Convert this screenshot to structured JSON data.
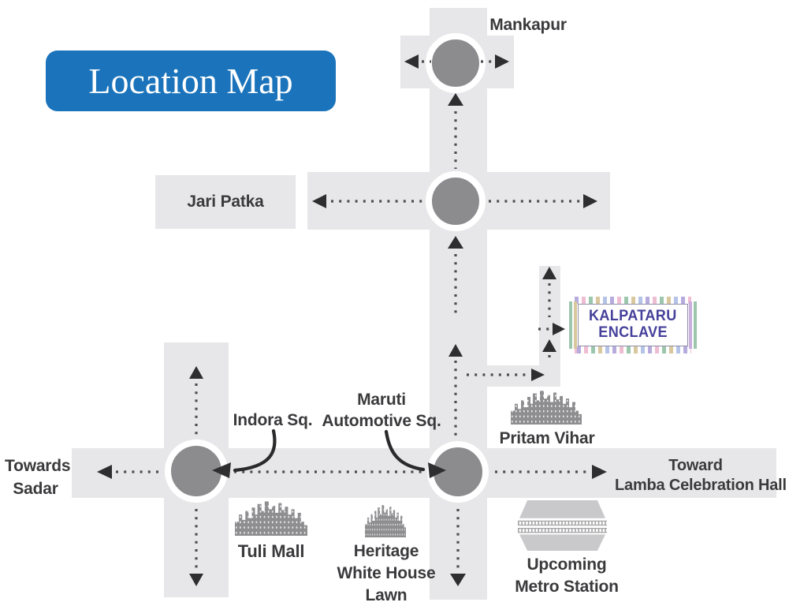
{
  "title": "Location Map",
  "labels": {
    "mankapur": "Mankapur",
    "jari_patka": "Jari Patka",
    "kalpataru": [
      "KALPATARU",
      "ENCLAVE"
    ],
    "pritam_vihar": "Pritam Vihar",
    "towards_sadar": [
      "Towards",
      "Sadar"
    ],
    "toward_lamba": [
      "Toward",
      "Lamba Celebration Hall"
    ],
    "indora_sq": "Indora Sq.",
    "maruti": [
      "Maruti",
      "Automotive Sq."
    ],
    "tuli_mall": "Tuli Mall",
    "heritage": [
      "Heritage",
      "White House",
      "Lawn"
    ],
    "metro": [
      "Upcoming",
      "Metro Station"
    ]
  },
  "icons": {
    "buildings": "city-skyline-icon",
    "metro": "railway-tracks-icon",
    "roundabout": "roundabout-circle",
    "arrows": "dotted-direction-arrows"
  },
  "colors": {
    "title_bg": "#1b74bb",
    "title_text": "#ffffff",
    "road": "#e7e7e9",
    "roundabout_fill": "#8c8c8e",
    "text": "#3a3a3c",
    "arrow": "#2e2e30",
    "kalpataru_text": "#45409a",
    "badge_green": "#9cc7ad",
    "badge_tan": "#d9c79e",
    "badge_lavender": "#b6abdd",
    "badge_pink": "#eebdd2",
    "badge_blue": "#b4c3e6",
    "building": "#8e8e90",
    "metro_gray": "#c9c9cb"
  }
}
